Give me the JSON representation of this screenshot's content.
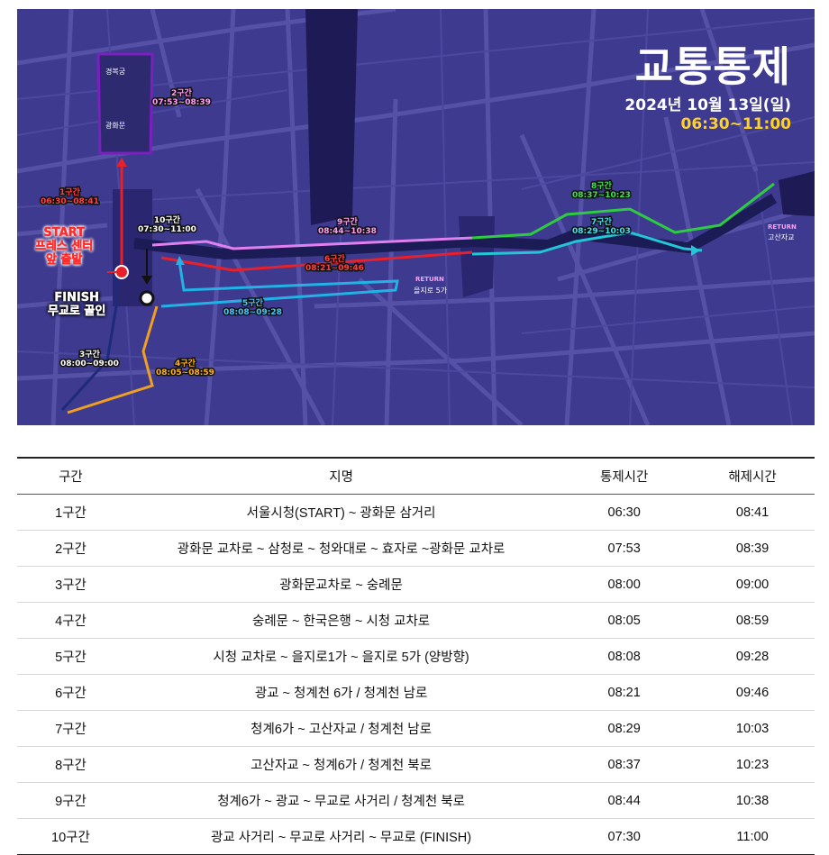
{
  "map": {
    "title": "교통통제",
    "date": "2024년 10월 13일(일)",
    "time": "06:30~11:00",
    "colors": {
      "background": "#3e3a8f",
      "time": "#ffd21f"
    },
    "places": {
      "gyeongbokgung": "경복궁",
      "gwanghwamun": "광화문",
      "eulji5": "을지로 5가",
      "gosanja": "고산자교",
      "return_label": "RETURN"
    },
    "start": {
      "line1": "START",
      "line2": "프레스 센터",
      "line3": "앞 출발"
    },
    "finish": {
      "line1": "FINISH",
      "line2": "무교로 골인"
    },
    "segments": {
      "s1": {
        "name": "1구간",
        "time": "06:30~08:41",
        "color": "#e8202a"
      },
      "s2": {
        "name": "2구간",
        "time": "07:53~08:39",
        "color": "#7b1fbf"
      },
      "s3": {
        "name": "3구간",
        "time": "08:00~09:00",
        "color": "#1e2a7a"
      },
      "s4": {
        "name": "4구간",
        "time": "08:05~08:59",
        "color": "#f0a020"
      },
      "s5": {
        "name": "5구간",
        "time": "08:08~09:28",
        "color": "#22b3e6"
      },
      "s6": {
        "name": "6구간",
        "time": "08:21~09:46",
        "color": "#e8202a"
      },
      "s7": {
        "name": "7구간",
        "time": "08:29~10:03",
        "color": "#22c6d6"
      },
      "s8": {
        "name": "8구간",
        "time": "08:37~10:23",
        "color": "#2ecc40"
      },
      "s9": {
        "name": "9구간",
        "time": "08:44~10:38",
        "color": "#e080f0"
      },
      "s10": {
        "name": "10구간",
        "time": "07:30~11:00",
        "color": "#1b1b55"
      }
    }
  },
  "table": {
    "headers": [
      "구간",
      "지명",
      "통제시간",
      "해제시간"
    ],
    "rows": [
      {
        "section": "1구간",
        "place": "서울시청(START) ~ 광화문 삼거리",
        "control": "06:30",
        "release": "08:41"
      },
      {
        "section": "2구간",
        "place": "광화문 교차로 ~ 삼청로 ~ 청와대로 ~ 효자로 ~광화문 교차로",
        "control": "07:53",
        "release": "08:39"
      },
      {
        "section": "3구간",
        "place": "광화문교차로 ~ 숭례문",
        "control": "08:00",
        "release": "09:00"
      },
      {
        "section": "4구간",
        "place": "숭례문 ~ 한국은행 ~ 시청 교차로",
        "control": "08:05",
        "release": "08:59"
      },
      {
        "section": "5구간",
        "place": "시청 교차로 ~ 을지로1가 ~ 을지로 5가 (양방향)",
        "control": "08:08",
        "release": "09:28"
      },
      {
        "section": "6구간",
        "place": "광교 ~ 청계천 6가 / 청계천 남로",
        "control": "08:21",
        "release": "09:46"
      },
      {
        "section": "7구간",
        "place": "청계6가 ~ 고산자교 / 청계천 남로",
        "control": "08:29",
        "release": "10:03"
      },
      {
        "section": "8구간",
        "place": "고산자교 ~ 청계6가 / 청계천 북로",
        "control": "08:37",
        "release": "10:23"
      },
      {
        "section": "9구간",
        "place": "청계6가 ~ 광교 ~ 무교로 사거리 / 청계천 북로",
        "control": "08:44",
        "release": "10:38"
      },
      {
        "section": "10구간",
        "place": "광교 사거리 ~ 무교로 사거리 ~ 무교로 (FINISH)",
        "control": "07:30",
        "release": "11:00"
      }
    ]
  }
}
